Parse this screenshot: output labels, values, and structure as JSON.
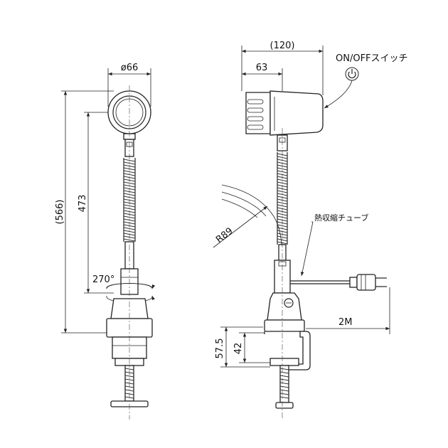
{
  "labels": {
    "diameter": "ø66",
    "height_total": "(566)",
    "height_arm": "473",
    "rotation": "270°",
    "width_total": "(120)",
    "width_head": "63",
    "switch": "ON/OFFスイッチ",
    "radius": "R89",
    "tube": "熱収縮チューブ",
    "cord": "2M",
    "clamp_outer": "57.5",
    "clamp_inner": "42"
  },
  "icons": [
    "power-icon"
  ]
}
